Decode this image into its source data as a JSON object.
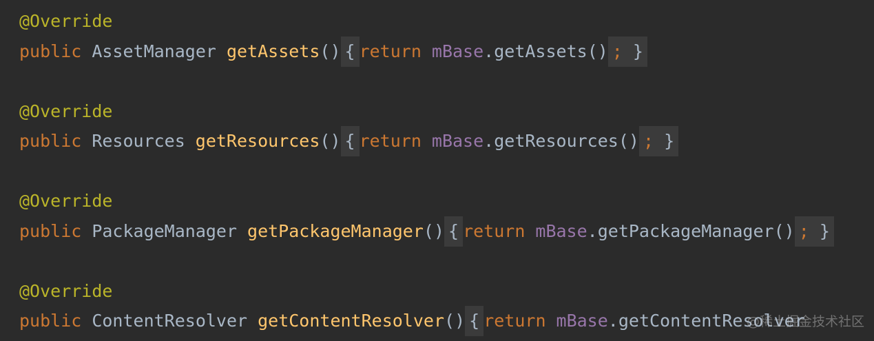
{
  "code": {
    "annotation": "@Override",
    "keyword_public": "public",
    "keyword_return": "return",
    "field": "mBase",
    "open_brace": "{",
    "close_brace": "}",
    "parens": "()",
    "call_suffix": "();",
    "dot": ".",
    "methods": [
      {
        "return_type": "AssetManager",
        "name": "getAssets"
      },
      {
        "return_type": "Resources",
        "name": "getResources"
      },
      {
        "return_type": "PackageManager",
        "name": "getPackageManager"
      },
      {
        "return_type": "ContentResolver",
        "name": "getContentResolver"
      }
    ]
  },
  "watermark": "@稀土掘金技术社区",
  "colors": {
    "background": "#2b2b2b",
    "annotation": "#bbb529",
    "keyword": "#cc7832",
    "method_declaration": "#ffc66d",
    "field": "#9876aa",
    "default_text": "#a9b7c6",
    "fold_highlight": "#3b3b3b"
  }
}
